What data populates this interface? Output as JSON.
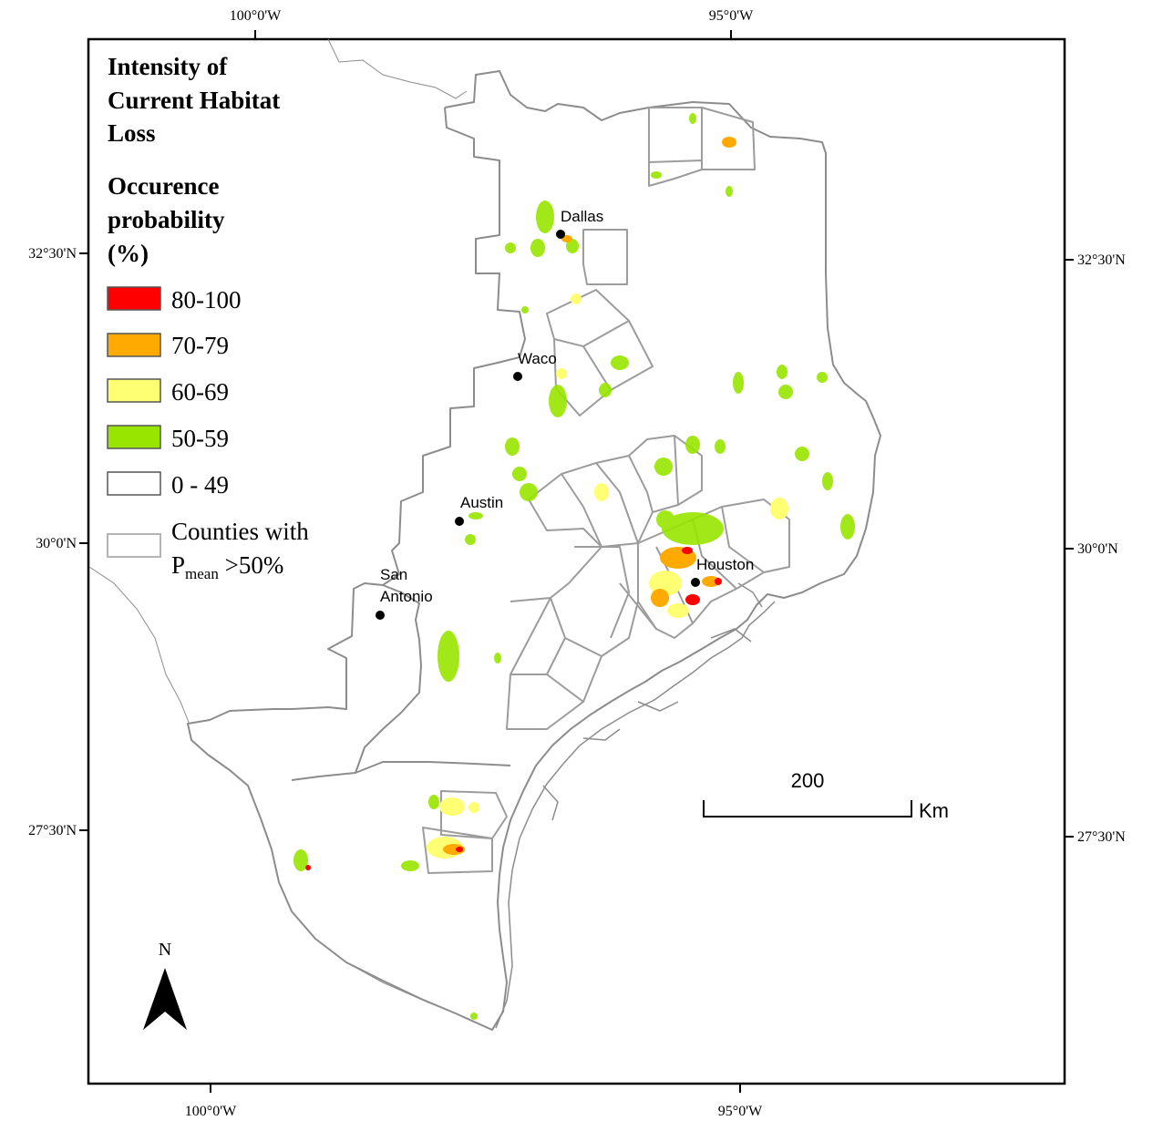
{
  "axes": {
    "top": [
      "100°0'W",
      "95°0'W"
    ],
    "bottom": [
      "100°0'W",
      "95°0'W"
    ],
    "left": [
      "32°30'N",
      "30°0'N",
      "27°30'N"
    ],
    "right": [
      "32°30'N",
      "30°0'N",
      "27°30'N"
    ]
  },
  "legend": {
    "title_lines": [
      "Intensity of",
      "Current Habitat",
      "Loss"
    ],
    "subtitle_lines": [
      "Occurence",
      "probability",
      "(%)"
    ],
    "classes": [
      {
        "label": "80-100",
        "color": "#ff0000"
      },
      {
        "label": "70-79",
        "color": "#ffaa00"
      },
      {
        "label": "60-69",
        "color": "#ffff73"
      },
      {
        "label": "50-59",
        "color": "#98e600"
      },
      {
        "label": "0 - 49",
        "color": "#ffffff"
      }
    ],
    "counties_label": "Counties with",
    "counties_p": "P",
    "counties_sub": "mean",
    "counties_tail": " >50%"
  },
  "cities": [
    {
      "name": "Dallas"
    },
    {
      "name": "Waco"
    },
    {
      "name": "Austin"
    },
    {
      "name": "San"
    },
    {
      "name": "Antonio"
    },
    {
      "name": "Houston"
    }
  ],
  "scalebar": {
    "value": "200",
    "unit": "Km"
  },
  "north": {
    "label": "N"
  },
  "colors": {
    "frame": "#000000",
    "outline": "#8c8c8c",
    "county": "#9c9c9c"
  }
}
